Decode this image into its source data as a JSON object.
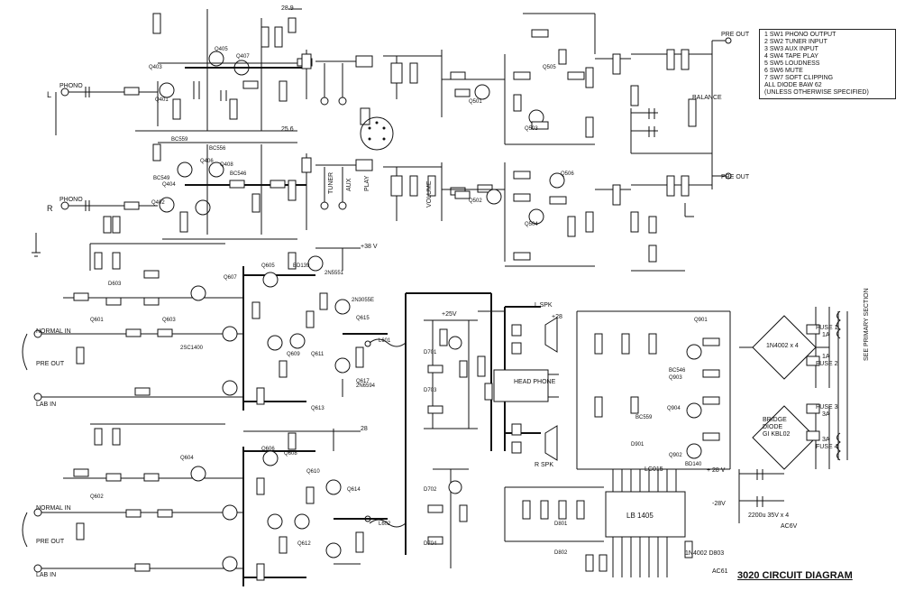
{
  "title": "3020 CIRCUIT DIAGRAM",
  "legend": [
    "1  SW1  PHONO OUTPUT",
    "2  SW2  TUNER INPUT",
    "3  SW3  AUX INPUT",
    "4  SW4  TAPE PLAY",
    "5  SW5  LOUDNESS",
    "6  SW6  MUTE",
    "7  SW7  SOFT CLIPPING",
    "ALL DIODE  BAW 62",
    "(UNLESS OTHERWISE SPECIFIED)"
  ],
  "terminals": {
    "phono_l": "PHONO",
    "l": "L",
    "phono_r": "PHONO",
    "r": "R",
    "pre_out_top": "PRE OUT",
    "pre_out_mid": "PRE OUT",
    "normal_in_1": "NORMAL IN",
    "pre_out_1": "PRE OUT",
    "lab_in_1": "LAB IN",
    "normal_in_2": "NORMAL IN",
    "pre_out_2": "PRE OUT",
    "lab_in_2": "LAB IN",
    "l_spk": "L SPK",
    "r_spk": "R SPK",
    "head_phone": "HEAD PHONE",
    "balance": "BALANCE",
    "see_primary": "SEE PRIMARY SECTION",
    "ac6v": "AC6V",
    "ac61": "AC61"
  },
  "switches": [
    "TUNER",
    "AUX",
    "PLAY",
    "VOLUME"
  ],
  "supply": {
    "v28_9": "28.9",
    "v25_6": "25.6",
    "v38": "+38 V",
    "plus28": "+28",
    "plus28v": "+ 28 V",
    "minus28v": "-28V",
    "v25": "+25V",
    "v28": "28"
  },
  "power": {
    "fuse1": "FUSE 1",
    "fuse1_rating": "1A",
    "fuse2": "FUSE 2",
    "fuse2_rating": "1A",
    "fuse3": "FUSE 3",
    "fuse3_rating": "3A",
    "fuse4": "FUSE 4",
    "fuse4_rating": "3A",
    "rect1": "1N4002 x 4",
    "bridge1": "BRIDGE",
    "bridge2": "DIODE",
    "bridge3": "GI KBL02",
    "filter": "2200u 35V x 4",
    "d803": "1N4002 D803",
    "ic": "LB 1405",
    "ic_ref": "LC015"
  },
  "components": [
    {
      "ref": "Q401"
    },
    {
      "ref": "Q403"
    },
    {
      "ref": "Q405"
    },
    {
      "ref": "Q407"
    },
    {
      "ref": "Q402"
    },
    {
      "ref": "Q404"
    },
    {
      "ref": "Q406"
    },
    {
      "ref": "Q408"
    },
    {
      "ref": "BC559"
    },
    {
      "ref": "BC549"
    },
    {
      "ref": "BC556"
    },
    {
      "ref": "BC546"
    },
    {
      "ref": "Q501"
    },
    {
      "ref": "Q502"
    },
    {
      "ref": "Q503"
    },
    {
      "ref": "Q504"
    },
    {
      "ref": "Q505"
    },
    {
      "ref": "Q506"
    },
    {
      "ref": "Q601"
    },
    {
      "ref": "Q603"
    },
    {
      "ref": "Q605"
    },
    {
      "ref": "Q607"
    },
    {
      "ref": "Q609"
    },
    {
      "ref": "Q611"
    },
    {
      "ref": "Q613"
    },
    {
      "ref": "Q615"
    },
    {
      "ref": "Q617"
    },
    {
      "ref": "Q602"
    },
    {
      "ref": "Q604"
    },
    {
      "ref": "Q606"
    },
    {
      "ref": "Q608"
    },
    {
      "ref": "Q610"
    },
    {
      "ref": "Q612"
    },
    {
      "ref": "Q614"
    },
    {
      "ref": "2N5551"
    },
    {
      "ref": "2N3055E"
    },
    {
      "ref": "2N6594"
    },
    {
      "ref": "BD139"
    },
    {
      "ref": "2SC1400"
    },
    {
      "ref": "L601"
    },
    {
      "ref": "L602"
    },
    {
      "ref": "Q901"
    },
    {
      "ref": "Q902"
    },
    {
      "ref": "Q903"
    },
    {
      "ref": "Q904"
    },
    {
      "ref": "BC546"
    },
    {
      "ref": "BD140"
    },
    {
      "ref": "BC559"
    },
    {
      "ref": "D701"
    },
    {
      "ref": "D702"
    },
    {
      "ref": "D703"
    },
    {
      "ref": "D704"
    },
    {
      "ref": "D801"
    },
    {
      "ref": "D802"
    },
    {
      "ref": "D901"
    },
    {
      "ref": "D603"
    }
  ]
}
